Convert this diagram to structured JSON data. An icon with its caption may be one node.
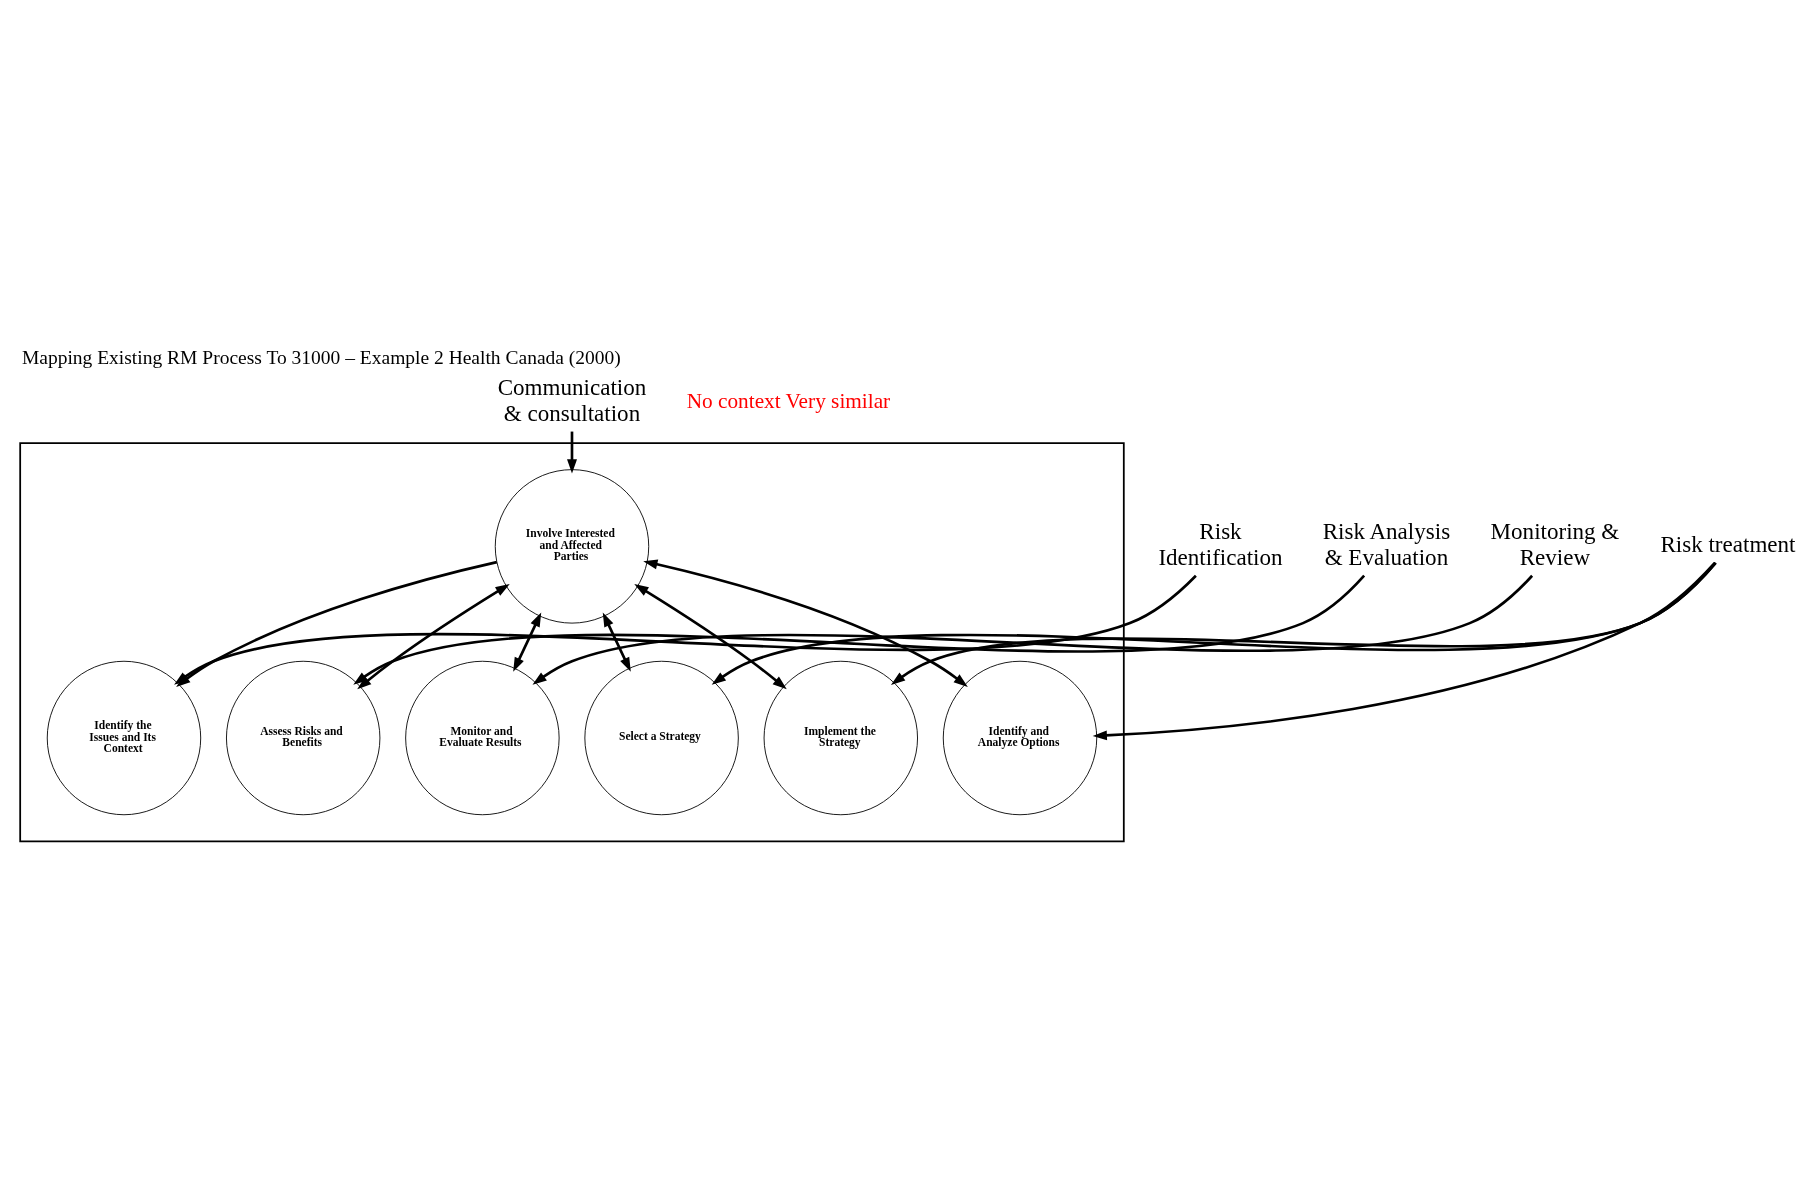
{
  "diagram": {
    "title": "Mapping Existing RM Process To 31000 – Example 2 Health Canada (2000)",
    "nodes": [
      {
        "text": [],
        "shape": "hexagon"
      },
      {
        "text": [
          "Identify the Issues and Its Context"
        ],
        "in": 0
      },
      {
        "text": [
          "Monitor and Evaluate Results"
        ],
        "in": 0
      },
      {
        "text": [
          "Assess Risks and Benefits"
        ],
        "in": 0
      },
      {
        "text": [
          "Involve Interested and Affected Parties"
        ],
        "in": 0
      },
      {
        "text": [
          "Implement the Strategy"
        ],
        "in": 0
      },
      {
        "text": [
          "Identify and Analyze Options"
        ],
        "in": 0
      },
      {
        "text": [
          "Select a Strategy"
        ],
        "in": 0
      },
      {
        "text": [
          "Risk Identification"
        ]
      },
      {
        "text": [
          "Risk Analysis & Evaluation"
        ]
      },
      {
        "text": [
          "Monitoring & Review"
        ]
      },
      {
        "text": [
          "Communication & consultation"
        ]
      },
      {
        "text": [
          "Risk treatment"
        ]
      }
    ],
    "edges": [
      {
        "from": 8,
        "to": 1,
        "arrow": "to"
      },
      {
        "from": 9,
        "to": 3,
        "arrow": "to"
      },
      {
        "from": 10,
        "to": 2,
        "arrow": "to"
      },
      {
        "from": 11,
        "to": 4,
        "arrow": "to"
      },
      {
        "from": 12,
        "to": 5,
        "arrow": "to"
      },
      {
        "from": 12,
        "to": 7,
        "arrow": "to"
      },
      {
        "from": 12,
        "to": 6,
        "arrow": "to"
      },
      {
        "from": 4,
        "to": 1,
        "arrow": "to"
      },
      {
        "from": 4,
        "to": 2,
        "arrow": "both"
      },
      {
        "from": 4,
        "to": 3,
        "arrow": "both"
      },
      {
        "from": 4,
        "to": 5,
        "arrow": "both"
      },
      {
        "from": 4,
        "to": 6,
        "arrow": "both"
      },
      {
        "from": 4,
        "to": 7,
        "arrow": "both"
      }
    ],
    "labels": [
      "No context Very similar"
    ]
  }
}
